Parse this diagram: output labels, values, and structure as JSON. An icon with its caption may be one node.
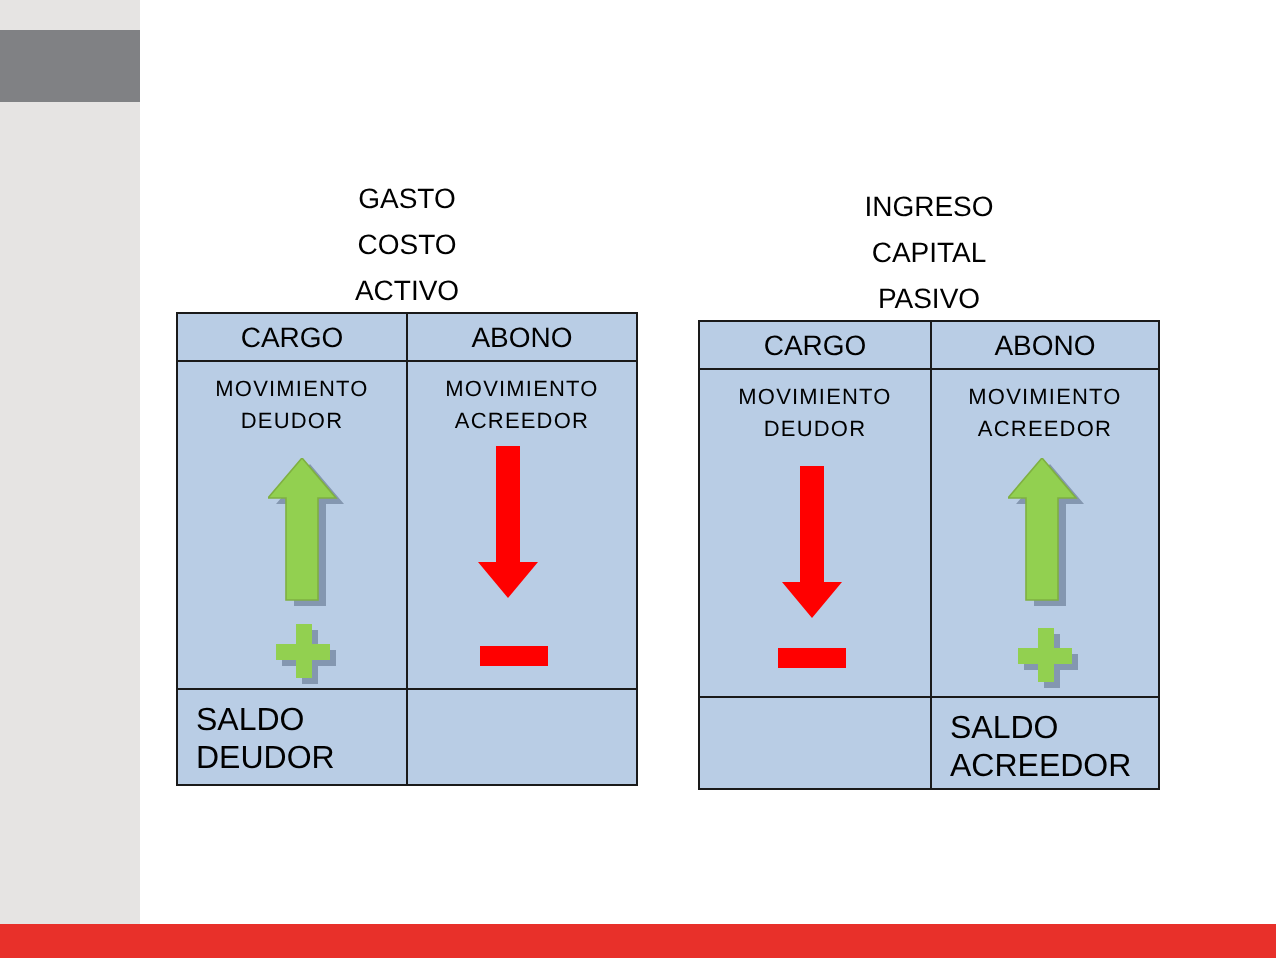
{
  "diagram": {
    "nodes": [
      {
        "text": [
          "GASTO",
          "COSTO",
          "ACTIVO"
        ]
      },
      {
        "text": [
          "CARGO"
        ],
        "in": 0
      },
      {
        "text": [
          "ABONO"
        ],
        "in": 0
      },
      {
        "text": [
          "MOVIMIENTO DEUDOR"
        ],
        "in": 0
      },
      {
        "text": [
          "MOVIMIENTO ACREEDOR"
        ],
        "in": 0
      },
      {
        "text": [
          "SALDO DEUDOR"
        ],
        "in": 0
      },
      {
        "text": [],
        "shape": "box",
        "in": 0
      },
      {
        "text": [
          "INGRESO",
          "CAPITAL",
          "PASIVO"
        ]
      },
      {
        "text": [
          "CARGO"
        ],
        "in": 7
      },
      {
        "text": [
          "ABONO"
        ],
        "in": 7
      },
      {
        "text": [
          "MOVIMIENTO DEUDOR"
        ],
        "in": 7
      },
      {
        "text": [
          "MOVIMIENTO ACREEDOR"
        ],
        "in": 7
      },
      {
        "text": [],
        "shape": "box",
        "in": 7
      },
      {
        "text": [
          "SALDO ACREEDOR"
        ],
        "in": 7
      }
    ]
  }
}
